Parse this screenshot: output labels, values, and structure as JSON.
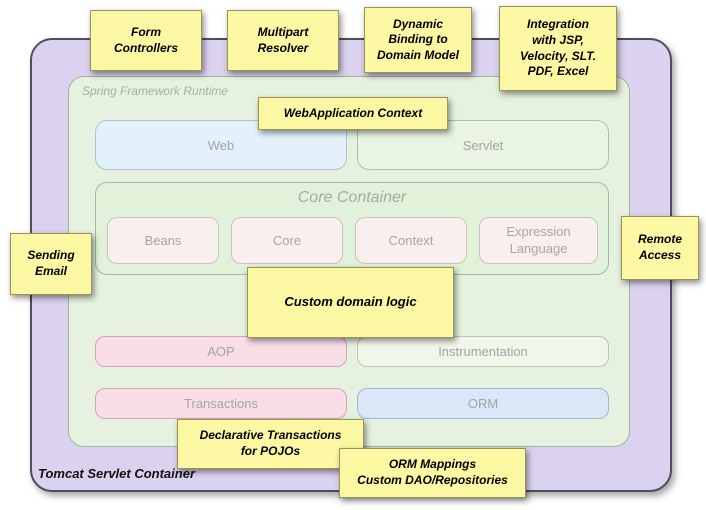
{
  "container": {
    "label": "Tomcat Servlet Container"
  },
  "runtime": {
    "label": "Spring Framework Runtime"
  },
  "modules": {
    "web": "Web",
    "servlet": "Servlet",
    "core_container": "Core Container",
    "beans": "Beans",
    "core": "Core",
    "context": "Context",
    "expression_language": "Expression\nLanguage",
    "aop": "AOP",
    "instrumentation": "Instrumentation",
    "transactions": "Transactions",
    "orm": "ORM"
  },
  "notes": {
    "form_controllers": "Form\nControllers",
    "multipart_resolver": "Multipart\nResolver",
    "dynamic_binding": "Dynamic\nBinding to\nDomain Model",
    "integration": "Integration\nwith JSP,\nVelocity, SLT.\nPDF, Excel",
    "webapplication_context": "WebApplication Context",
    "sending_email": "Sending\nEmail",
    "remote_access": "Remote\nAccess",
    "custom_domain_logic": "Custom domain logic",
    "declarative_transactions": "Declarative Transactions\nfor POJOs",
    "orm_mappings": "ORM Mappings\nCustom DAO/Repositories"
  },
  "colors": {
    "note_bg": "#fcf7a3",
    "outer_container_bg": "#dbd2ef",
    "runtime_bg": "#e6f2df",
    "web_bg": "#e4f1fa",
    "servlet_bg": "#eaf4e3",
    "core_container_bg": "#e2f1d9",
    "sub_module_bg": "#f8f0ef",
    "aop_bg": "#f9dee8",
    "instrumentation_bg": "#f1f6ea",
    "transactions_bg": "#f9dee8",
    "orm_bg": "#d9e7f8",
    "module_text": "#a3a3a6",
    "note_text": "#000000"
  }
}
